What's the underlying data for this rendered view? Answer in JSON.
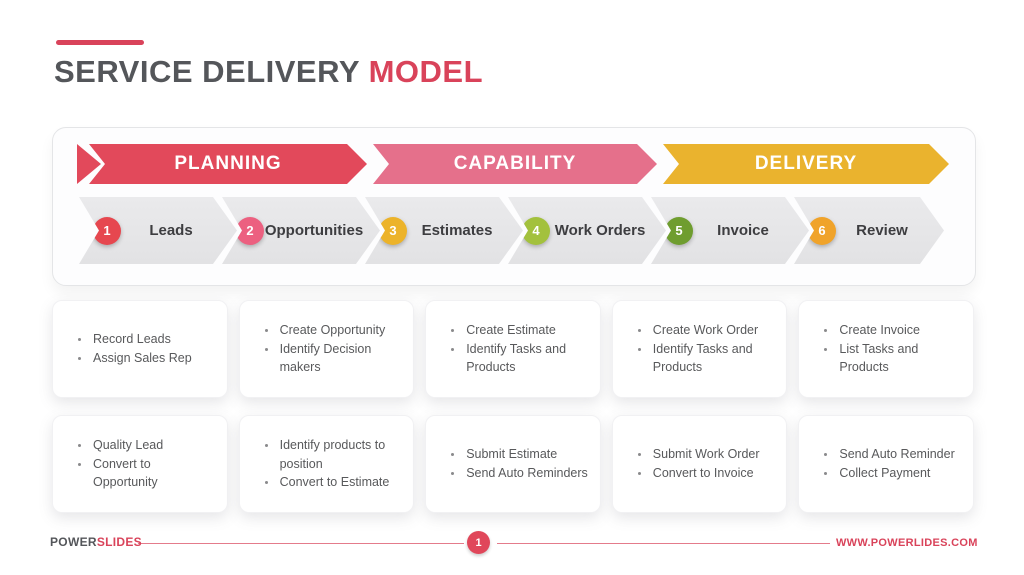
{
  "slide": {
    "title": {
      "prefix": "SERVICE DELIVERY ",
      "highlight": "MODEL"
    },
    "colors": {
      "accent_red": "#d9435a",
      "title_gray": "#54565a",
      "chevron_gray": "#e6e6e8"
    },
    "phases": [
      {
        "label": "PLANNING",
        "color": "#e2495b"
      },
      {
        "label": "CAPABILITY",
        "color": "#e5708b"
      },
      {
        "label": "DELIVERY",
        "color": "#eab32e"
      }
    ],
    "steps": [
      {
        "num": "1",
        "label": "Leads",
        "color": "#e6474f"
      },
      {
        "num": "2",
        "label": "Opportunities",
        "color": "#ec6080"
      },
      {
        "num": "3",
        "label": "Estimates",
        "color": "#ecb32a"
      },
      {
        "num": "4",
        "label": "Work Orders",
        "color": "#a3c13d"
      },
      {
        "num": "5",
        "label": "Invoice",
        "color": "#6f9d2f"
      },
      {
        "num": "6",
        "label": "Review",
        "color": "#f0a32a"
      }
    ],
    "cards": {
      "row1": [
        {
          "bullets": [
            "Record Leads",
            "Assign Sales Rep"
          ]
        },
        {
          "bullets": [
            "Create Opportunity",
            "Identify Decision makers"
          ]
        },
        {
          "bullets": [
            "Create Estimate",
            "Identify Tasks and Products"
          ]
        },
        {
          "bullets": [
            "Create Work Order",
            "Identify Tasks and Products"
          ]
        },
        {
          "bullets": [
            "Create Invoice",
            "List Tasks and Products"
          ]
        }
      ],
      "row2": [
        {
          "bullets": [
            "Quality Lead",
            "Convert to Opportunity"
          ]
        },
        {
          "bullets": [
            "Identify products to position",
            "Convert to Estimate"
          ]
        },
        {
          "bullets": [
            "Submit Estimate",
            "Send Auto Reminders"
          ]
        },
        {
          "bullets": [
            "Submit Work Order",
            "Convert to Invoice"
          ]
        },
        {
          "bullets": [
            "Send Auto Reminder",
            "Collect Payment"
          ]
        }
      ]
    },
    "footer": {
      "brand_prefix": "POWER",
      "brand_suffix": "SLIDES",
      "page_number": "1",
      "website": "WWW.POWERLIDES.COM"
    }
  }
}
